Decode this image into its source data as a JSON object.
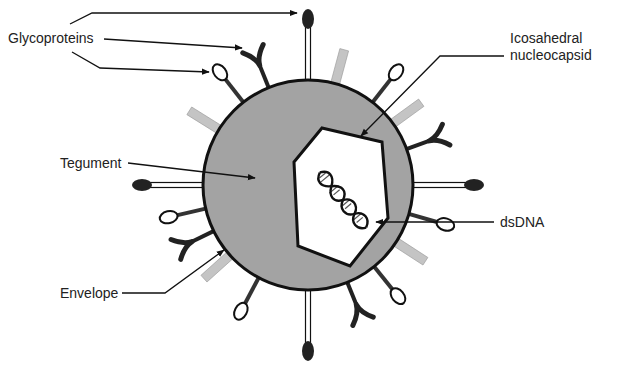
{
  "diagram": {
    "labels": [
      "Glycoproteins",
      "Tegument",
      "Envelope",
      "Icosahedral nucleocapsid",
      "dsDNA"
    ]
  }
}
